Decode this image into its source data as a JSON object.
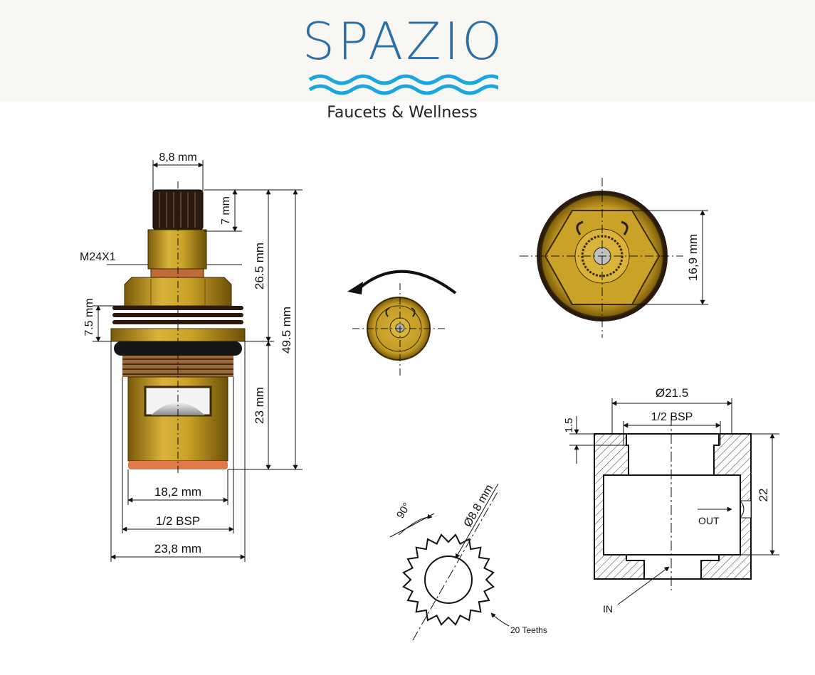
{
  "brand": {
    "name": "SPAZIO",
    "tagline": "Faucets & Wellness",
    "colors": {
      "logo_text": "#2a6fa8",
      "waves": "#1aa7e0"
    }
  },
  "side_view": {
    "dim_spindle_width": "8,8 mm",
    "dim_spindle_height": "7 mm",
    "thread_label": "M24X1",
    "dim_upper_height": "26.5 mm",
    "dim_total_height": "49.5 mm",
    "dim_flange_height": "7.5 mm",
    "dim_lower_height": "23 mm",
    "dim_body_width": "18,2 mm",
    "dim_bsp": "1/2 BSP",
    "dim_flange_width": "23,8 mm",
    "colors": {
      "brass": "#c9a227",
      "brass_dark": "#8a6a10",
      "seal": "#1a1a1a",
      "copper": "#d07040"
    }
  },
  "top_view_large": {
    "dim_hex": "16,9 mm"
  },
  "spline_detail": {
    "angle": "90°",
    "diameter": "Ø8.8 mm",
    "teeth_note": "20 Teeths",
    "teeth_count": 20
  },
  "section_view": {
    "dim_outer": "Ø21.5",
    "dim_bsp": "1/2 BSP",
    "dim_step": "1.5",
    "dim_height": "22",
    "label_out": "OUT",
    "label_in": "IN"
  }
}
